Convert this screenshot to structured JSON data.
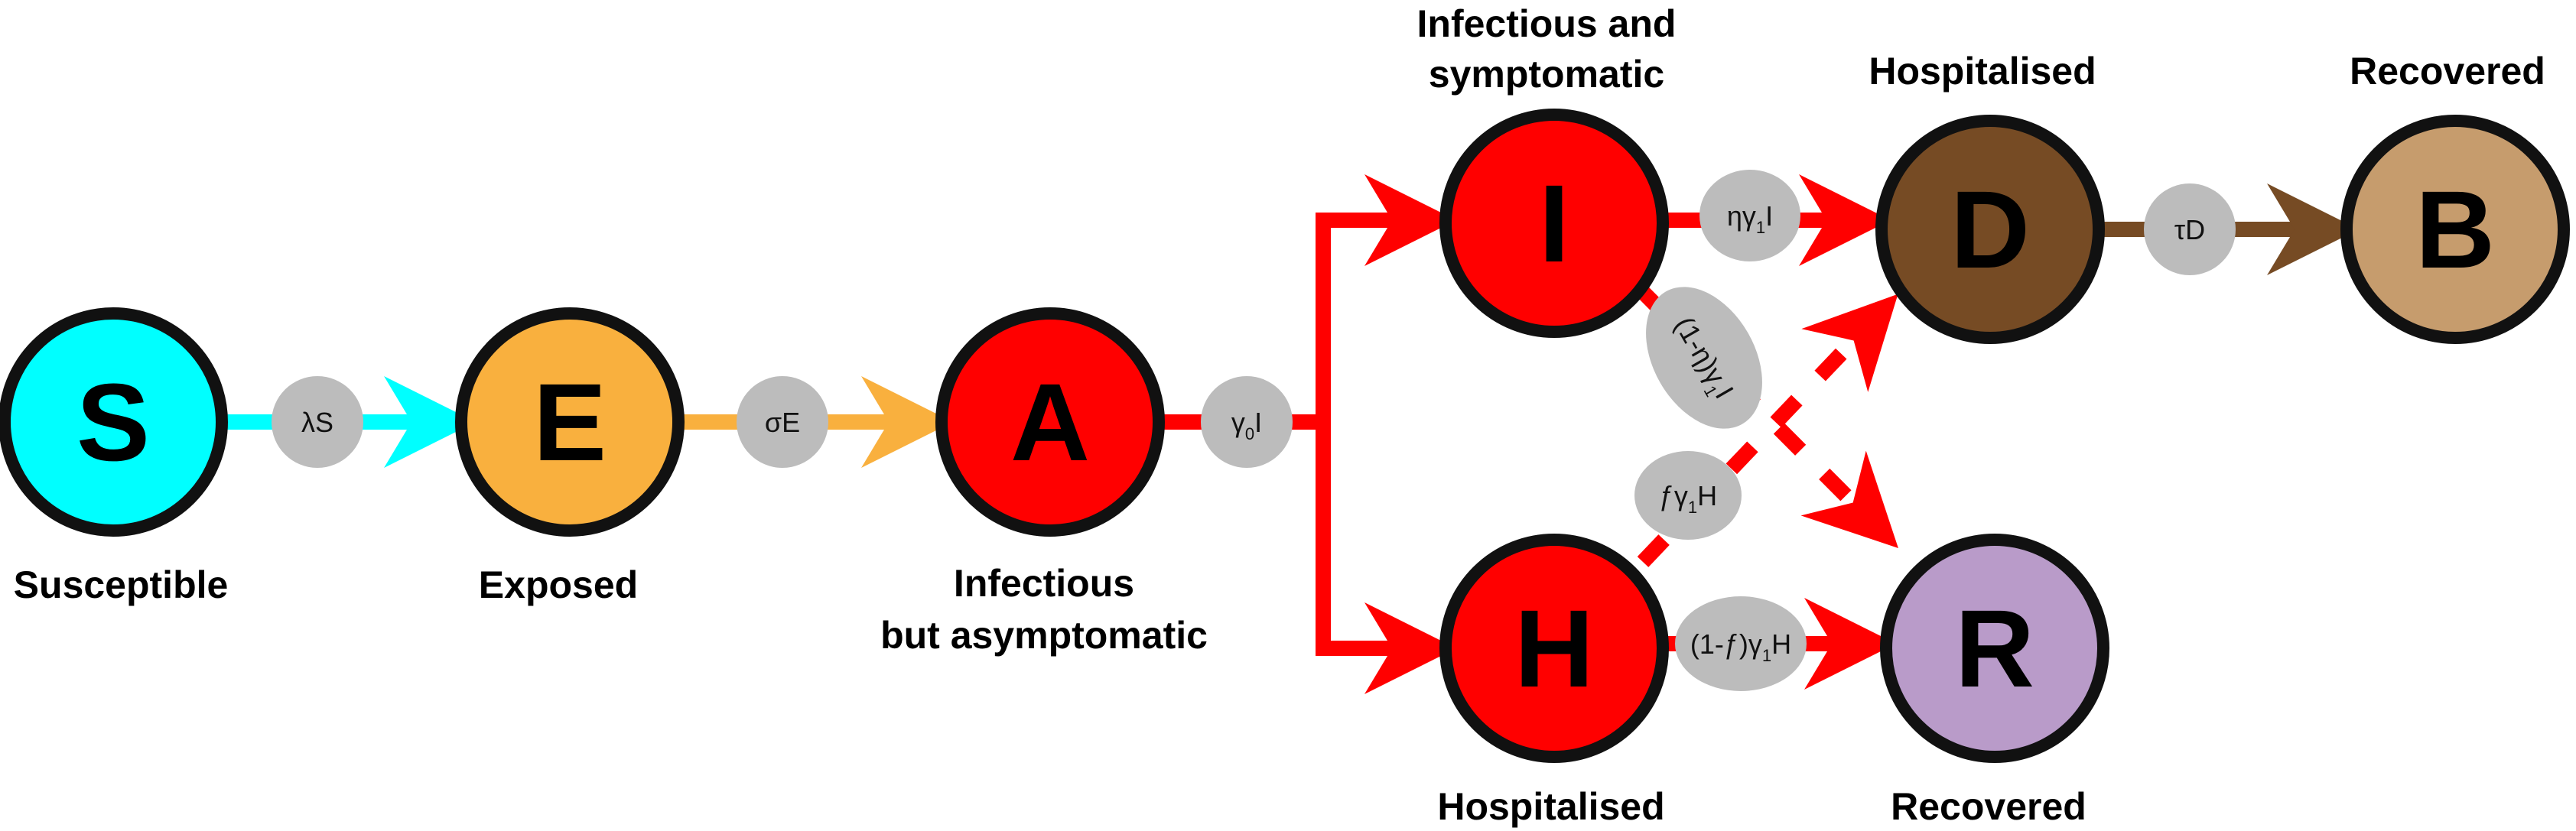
{
  "nodes": {
    "S": {
      "letter": "S",
      "caption": "Susceptible",
      "fill": "#00FFFF"
    },
    "E": {
      "letter": "E",
      "caption": "Exposed",
      "fill": "#F9B03E"
    },
    "A": {
      "letter": "A",
      "caption_line1": "Infectious",
      "caption_line2": "but asymptomatic",
      "fill": "#FF0000"
    },
    "I": {
      "letter": "I",
      "caption_line1": "Infectious and",
      "caption_line2": "symptomatic",
      "fill": "#FF0000"
    },
    "H": {
      "letter": "H",
      "caption": "Hospitalised",
      "fill": "#FF0000"
    },
    "D": {
      "letter": "D",
      "caption": "Hospitalised",
      "fill": "#764B24"
    },
    "B": {
      "letter": "B",
      "caption": "Recovered",
      "fill": "#C69C6D"
    },
    "R": {
      "letter": "R",
      "caption": "Recovered",
      "fill": "#B99BC9"
    }
  },
  "rates": {
    "SE": {
      "main": "λS"
    },
    "EA": {
      "main": "σE"
    },
    "A": {
      "pre": "γ",
      "sub": "0",
      "post": "I"
    },
    "ID": {
      "pre": "ηγ",
      "sub": "1",
      "post": "I"
    },
    "DB": {
      "main": "τD"
    },
    "IR": {
      "pre": "(1-η)γ",
      "sub": "1",
      "post": "I"
    },
    "HD": {
      "pre": "ƒγ",
      "sub": "1",
      "post": "H"
    },
    "HR": {
      "pre": "(1-ƒ)γ",
      "sub": "1",
      "post": "H"
    }
  },
  "colors": {
    "outline": "#111111",
    "rate_pill": "#BCBCBC",
    "arrow_SE": "#00FFFF",
    "arrow_EA": "#F9B03E",
    "arrow_red": "#FF0000",
    "arrow_DB": "#764B24"
  }
}
